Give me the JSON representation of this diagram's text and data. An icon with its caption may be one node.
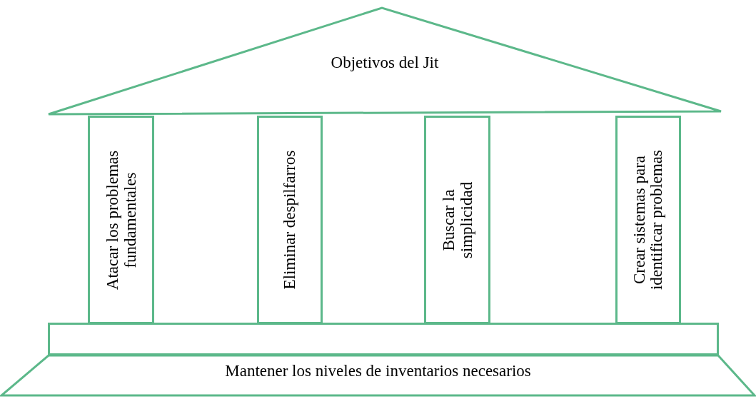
{
  "diagram": {
    "nodes": [
      {
        "text": [
          "Objetivos del Jit"
        ]
      },
      {
        "text": [
          "Atacar los problemas fundamentales"
        ]
      },
      {
        "text": [
          "Eliminar despilfarros"
        ]
      },
      {
        "text": [
          "Buscar la simplicidad"
        ]
      },
      {
        "text": [
          "Crear sistemas para identificar problemas"
        ]
      },
      {
        "text": [],
        "shape": "box"
      },
      {
        "text": [
          "Mantener los niveles de inventarios necesarios"
        ]
      }
    ]
  }
}
